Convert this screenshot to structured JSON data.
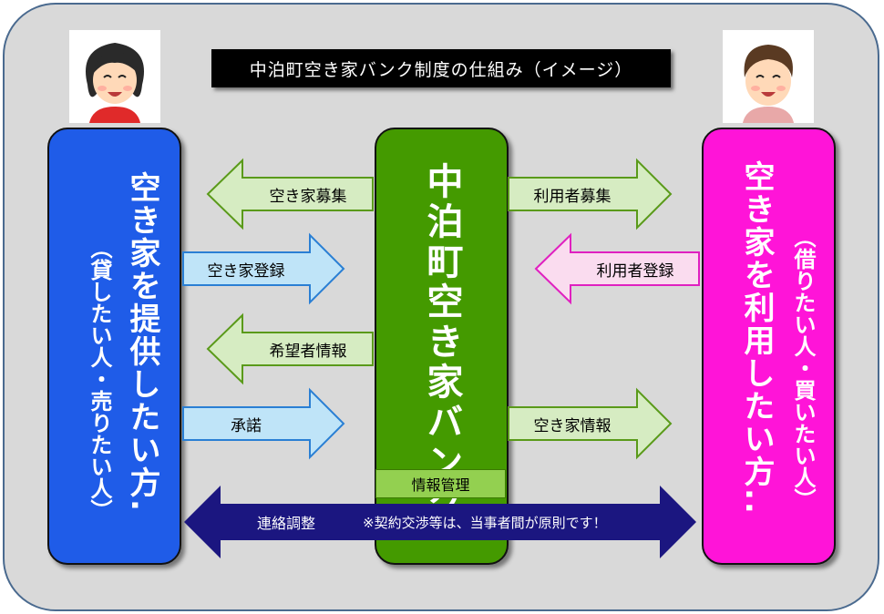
{
  "title": "中泊町空き家バンク制度の仕組み（イメージ）",
  "left_box": {
    "main": "空き家を提供したい方.",
    "sub": "（貸したい人・売りたい人）"
  },
  "center_box": {
    "main": "中泊町空き家バンク",
    "footer": "情報管理"
  },
  "right_box": {
    "main": "空き家を利用したい方..",
    "sub": "（借りたい人・買いたい人）"
  },
  "arrows": {
    "a1": "空き家募集",
    "a2": "空き家登録",
    "a3": "希望者情報",
    "a4": "承諾",
    "b1": "利用者募集",
    "b2": "利用者登録",
    "b3": "空き家情報"
  },
  "bottom_arrow": {
    "label": "連絡調整",
    "note": "※契約交渉等は、当事者間が原則です！"
  },
  "colors": {
    "left_box": "#1f5ce8",
    "center_box": "#449a00",
    "right_box": "#ff14d8",
    "green_arrow": "#d6ecc2",
    "blue_arrow": "#bfe4f8",
    "pink_arrow": "#fadcef",
    "bottom_arrow": "#1b1680"
  },
  "avatars": {
    "left": "woman-avatar",
    "right": "man-avatar"
  }
}
